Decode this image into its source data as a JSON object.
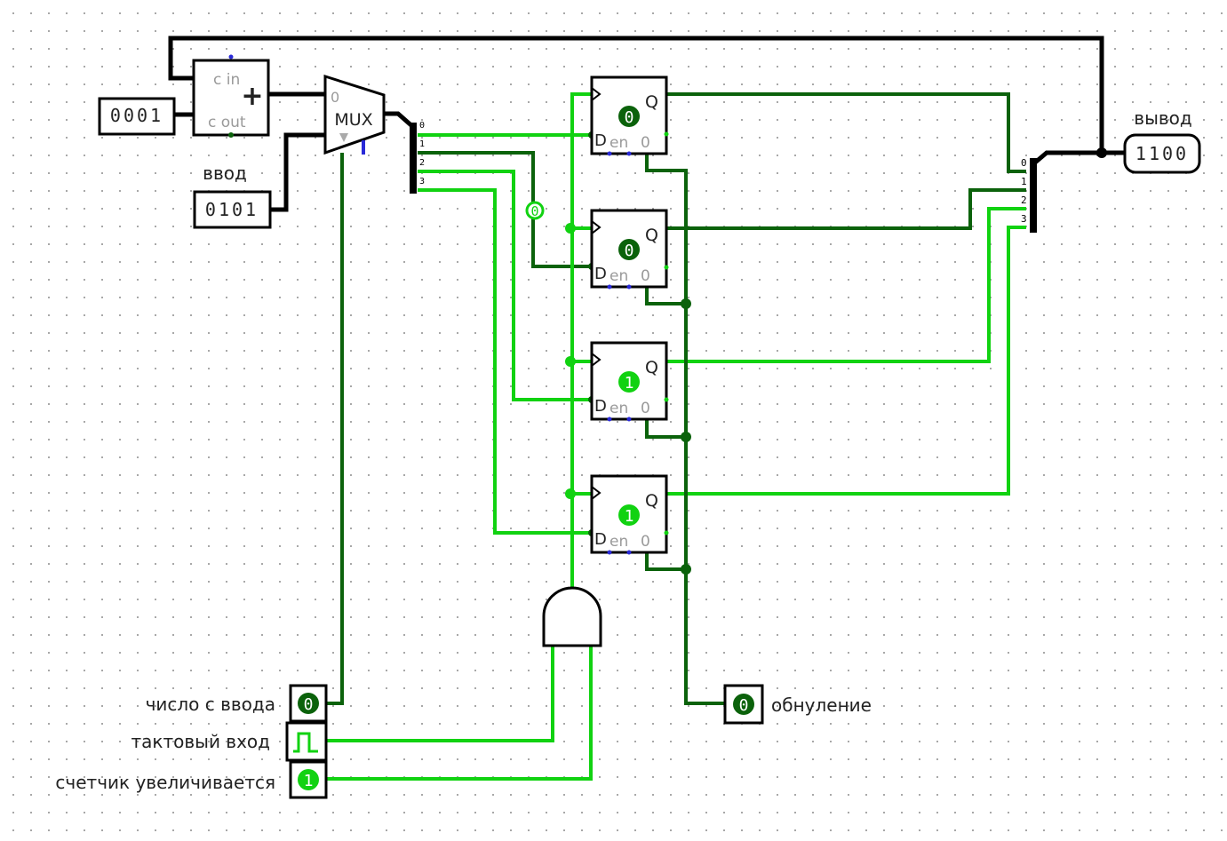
{
  "colors": {
    "wire_high": "#11d211",
    "wire_low": "#0b620b",
    "bus": "#000000",
    "grid_dot": "#9a9a9a",
    "pin_blue": "#2a2ad8"
  },
  "constant_one": "0001",
  "adder": {
    "cin": "c in",
    "cout": "c out",
    "op": "+"
  },
  "input_label": "ввод",
  "input_value": "0101",
  "mux": {
    "label": "MUX",
    "sel_label": "0"
  },
  "splitter_in_indices": [
    "0",
    "1",
    "2",
    "3"
  ],
  "splitter_out_indices": [
    "0",
    "1",
    "2",
    "3"
  ],
  "registers": [
    {
      "q": "Q",
      "d": "D",
      "en": "en",
      "zero": "0",
      "state": "0"
    },
    {
      "q": "Q",
      "d": "D",
      "en": "en",
      "zero": "0",
      "state": "0"
    },
    {
      "q": "Q",
      "d": "D",
      "en": "en",
      "zero": "0",
      "state": "1"
    },
    {
      "q": "Q",
      "d": "D",
      "en": "en",
      "zero": "0",
      "state": "1"
    }
  ],
  "probe_value": "0",
  "output_label": "вывод",
  "output_value": "1100",
  "controls": {
    "select": {
      "label": "число с ввода",
      "value": "0"
    },
    "clock": {
      "label": "тактовый вход"
    },
    "count": {
      "label": "счетчик увеличивается",
      "value": "1"
    }
  },
  "reset": {
    "label": "обнуление",
    "value": "0"
  }
}
